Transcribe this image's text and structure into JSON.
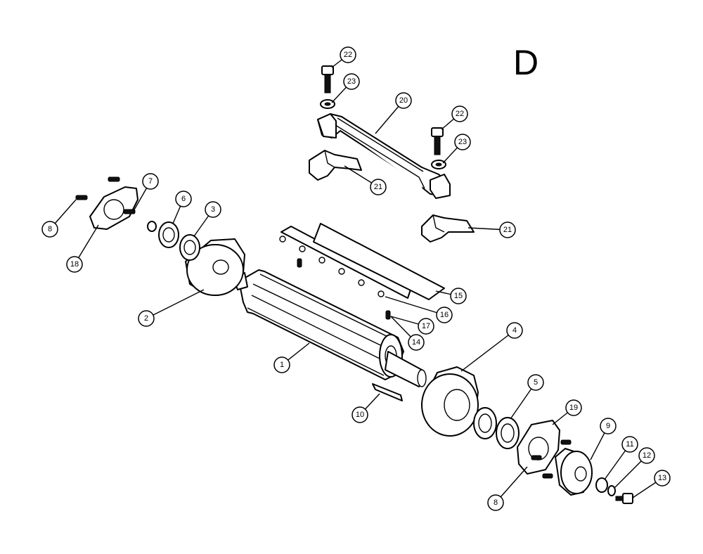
{
  "diagram": {
    "section_letter": "D",
    "callouts": [
      {
        "id": "c1",
        "label": "1"
      },
      {
        "id": "c2",
        "label": "2"
      },
      {
        "id": "c3",
        "label": "3"
      },
      {
        "id": "c4",
        "label": "4"
      },
      {
        "id": "c5",
        "label": "5"
      },
      {
        "id": "c6",
        "label": "6"
      },
      {
        "id": "c7",
        "label": "7"
      },
      {
        "id": "c8a",
        "label": "8"
      },
      {
        "id": "c8b",
        "label": "8"
      },
      {
        "id": "c9",
        "label": "9"
      },
      {
        "id": "c10",
        "label": "10"
      },
      {
        "id": "c11",
        "label": "11"
      },
      {
        "id": "c12",
        "label": "12"
      },
      {
        "id": "c13",
        "label": "13"
      },
      {
        "id": "c14",
        "label": "14"
      },
      {
        "id": "c15",
        "label": "15"
      },
      {
        "id": "c16",
        "label": "16"
      },
      {
        "id": "c17",
        "label": "17"
      },
      {
        "id": "c18",
        "label": "18"
      },
      {
        "id": "c19",
        "label": "19"
      },
      {
        "id": "c20",
        "label": "20"
      },
      {
        "id": "c21a",
        "label": "21"
      },
      {
        "id": "c21b",
        "label": "21"
      },
      {
        "id": "c22a",
        "label": "22"
      },
      {
        "id": "c22b",
        "label": "22"
      },
      {
        "id": "c23a",
        "label": "23"
      },
      {
        "id": "c23b",
        "label": "23"
      }
    ]
  }
}
